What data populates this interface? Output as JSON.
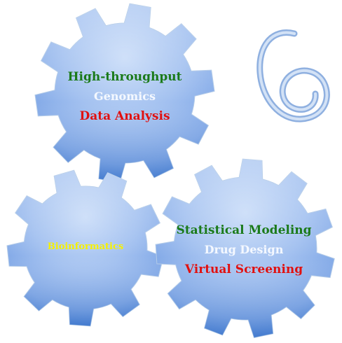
{
  "gears": {
    "top": {
      "line1": "High-throughput",
      "line2": "Genomics",
      "line3": "Data Analysis"
    },
    "left": {
      "line1": "Bioinformatics"
    },
    "right": {
      "line1": "Statistical Modeling",
      "line2": "Drug Design",
      "line3": "Virtual Screening"
    }
  },
  "colors": {
    "gear_light": "#bcd3f6",
    "gear_mid": "#94b7ee",
    "gear_dark": "#3f79d0",
    "green_text": "#1a7a1a",
    "white_text": "#f4f8ff",
    "red_text": "#e01010",
    "yellow_text": "#f5f000",
    "spiral": "#a9c2e6"
  },
  "icons": {
    "spiral": "spiral-coil-icon"
  }
}
